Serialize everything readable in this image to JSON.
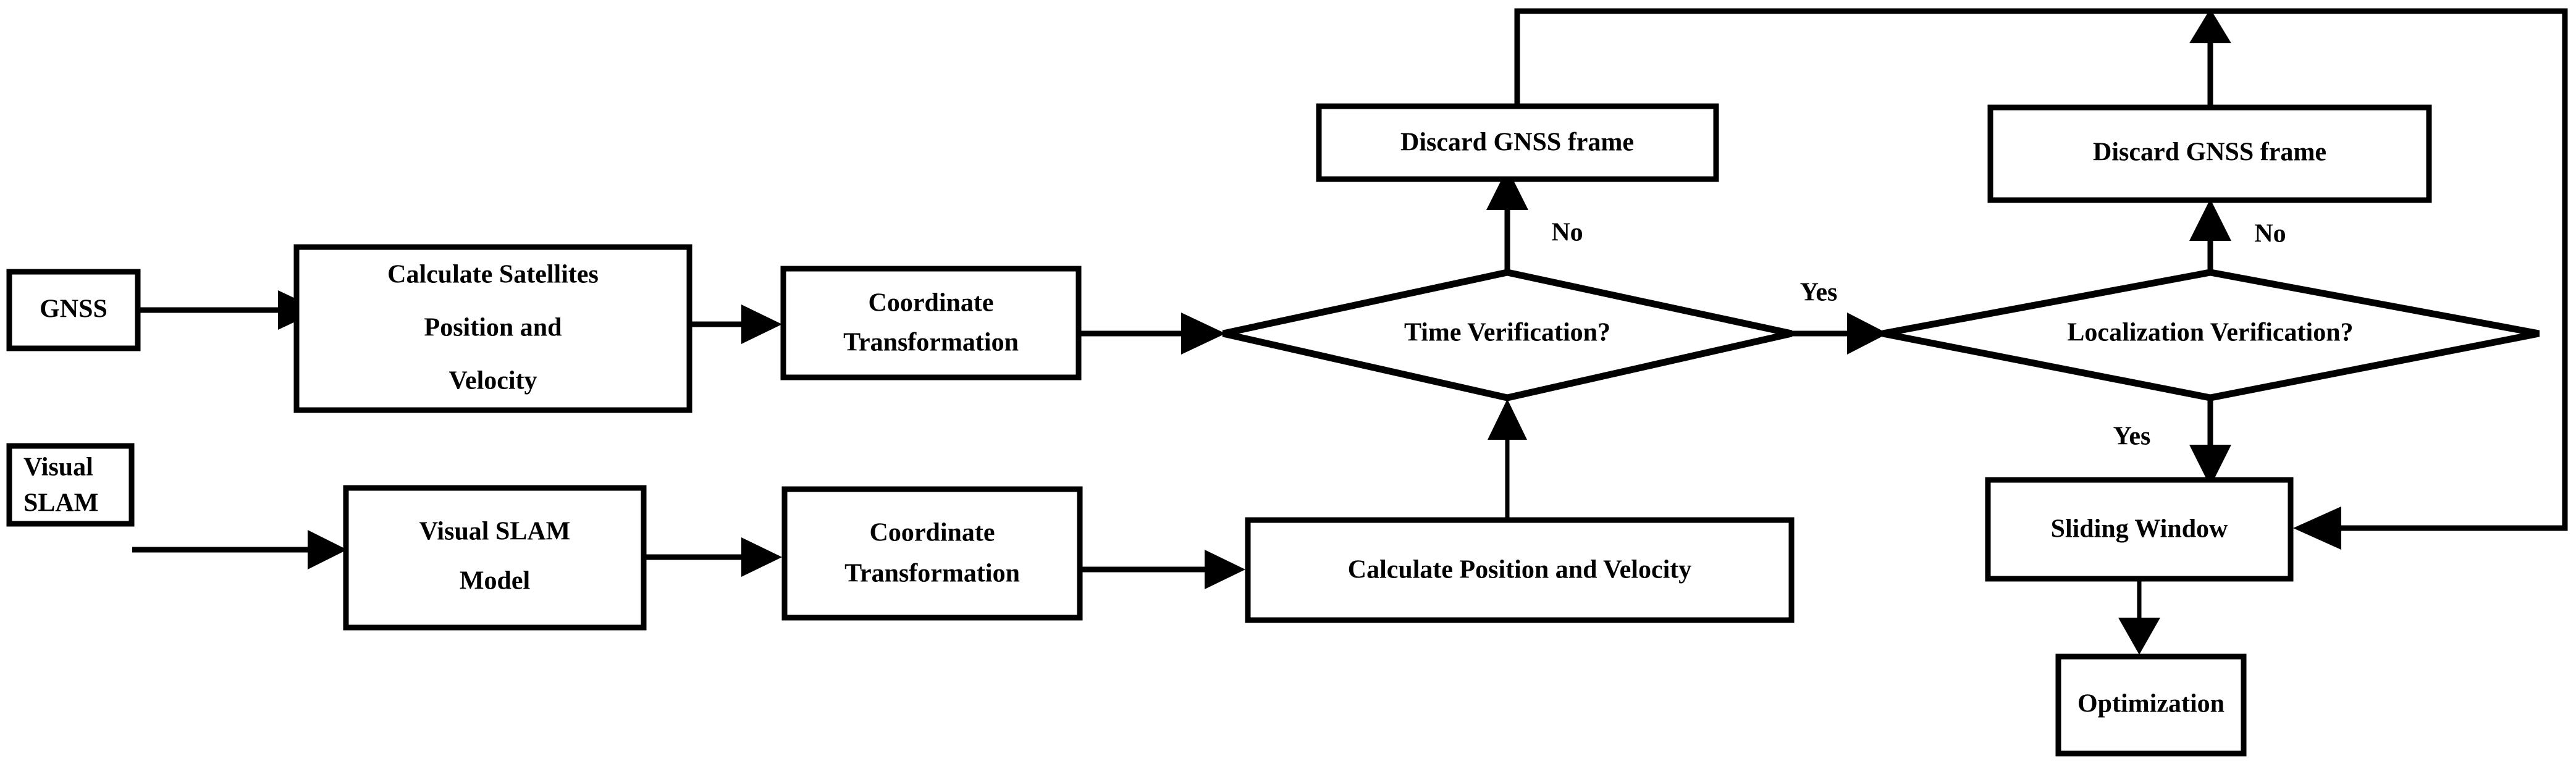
{
  "diagram": {
    "title": "GNSS / Visual SLAM fusion flowchart",
    "background_color": "#ffffff",
    "line_color": "#000000",
    "nodes": {
      "gnss": {
        "label": "GNSS",
        "shape": "rectangle"
      },
      "calc_sat": {
        "line1": "Calculate Satellites",
        "line2": "Position and",
        "line3": "Velocity",
        "shape": "rectangle"
      },
      "coord_top": {
        "line1": "Coordinate",
        "line2": "Transformation",
        "shape": "rectangle"
      },
      "time_verification": {
        "label": "Time Verification?",
        "shape": "diamond"
      },
      "discard_left": {
        "label": "Discard GNSS frame",
        "shape": "rectangle"
      },
      "localization_verification": {
        "label": "Localization Verification?",
        "shape": "diamond"
      },
      "discard_right": {
        "label": "Discard GNSS frame",
        "shape": "rectangle"
      },
      "sliding_window": {
        "label": "Sliding Window",
        "shape": "rectangle"
      },
      "optimization": {
        "label": "Optimization",
        "shape": "rectangle"
      },
      "visual_slam": {
        "line1": "Visual",
        "line2": "SLAM",
        "shape": "rectangle"
      },
      "visual_slam_model": {
        "line1": "Visual SLAM",
        "line2": "Model",
        "shape": "rectangle"
      },
      "coord_bottom": {
        "line1": "Coordinate",
        "line2": "Transformation",
        "shape": "rectangle"
      },
      "calc_pos_vel": {
        "label": "Calculate  Position and Velocity",
        "shape": "rectangle"
      }
    },
    "edge_labels": {
      "time_no": "No",
      "time_yes": "Yes",
      "loc_no": "No",
      "loc_yes": "Yes"
    }
  }
}
